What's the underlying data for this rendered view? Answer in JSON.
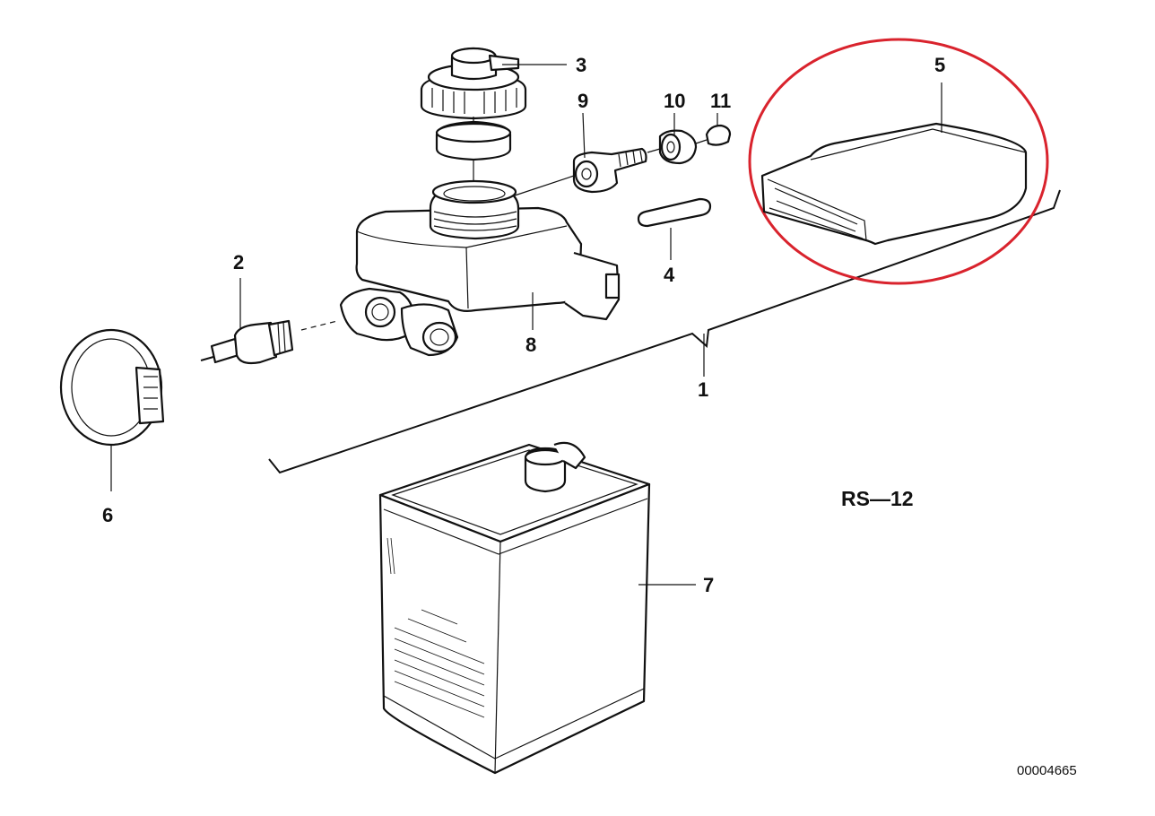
{
  "callouts": [
    "1",
    "2",
    "3",
    "4",
    "5",
    "6",
    "7",
    "8",
    "9",
    "10",
    "11"
  ],
  "diagram_code": "RS—12",
  "document_number": "00004665",
  "highlight_color": "#d9232d",
  "line_color": "#111111"
}
